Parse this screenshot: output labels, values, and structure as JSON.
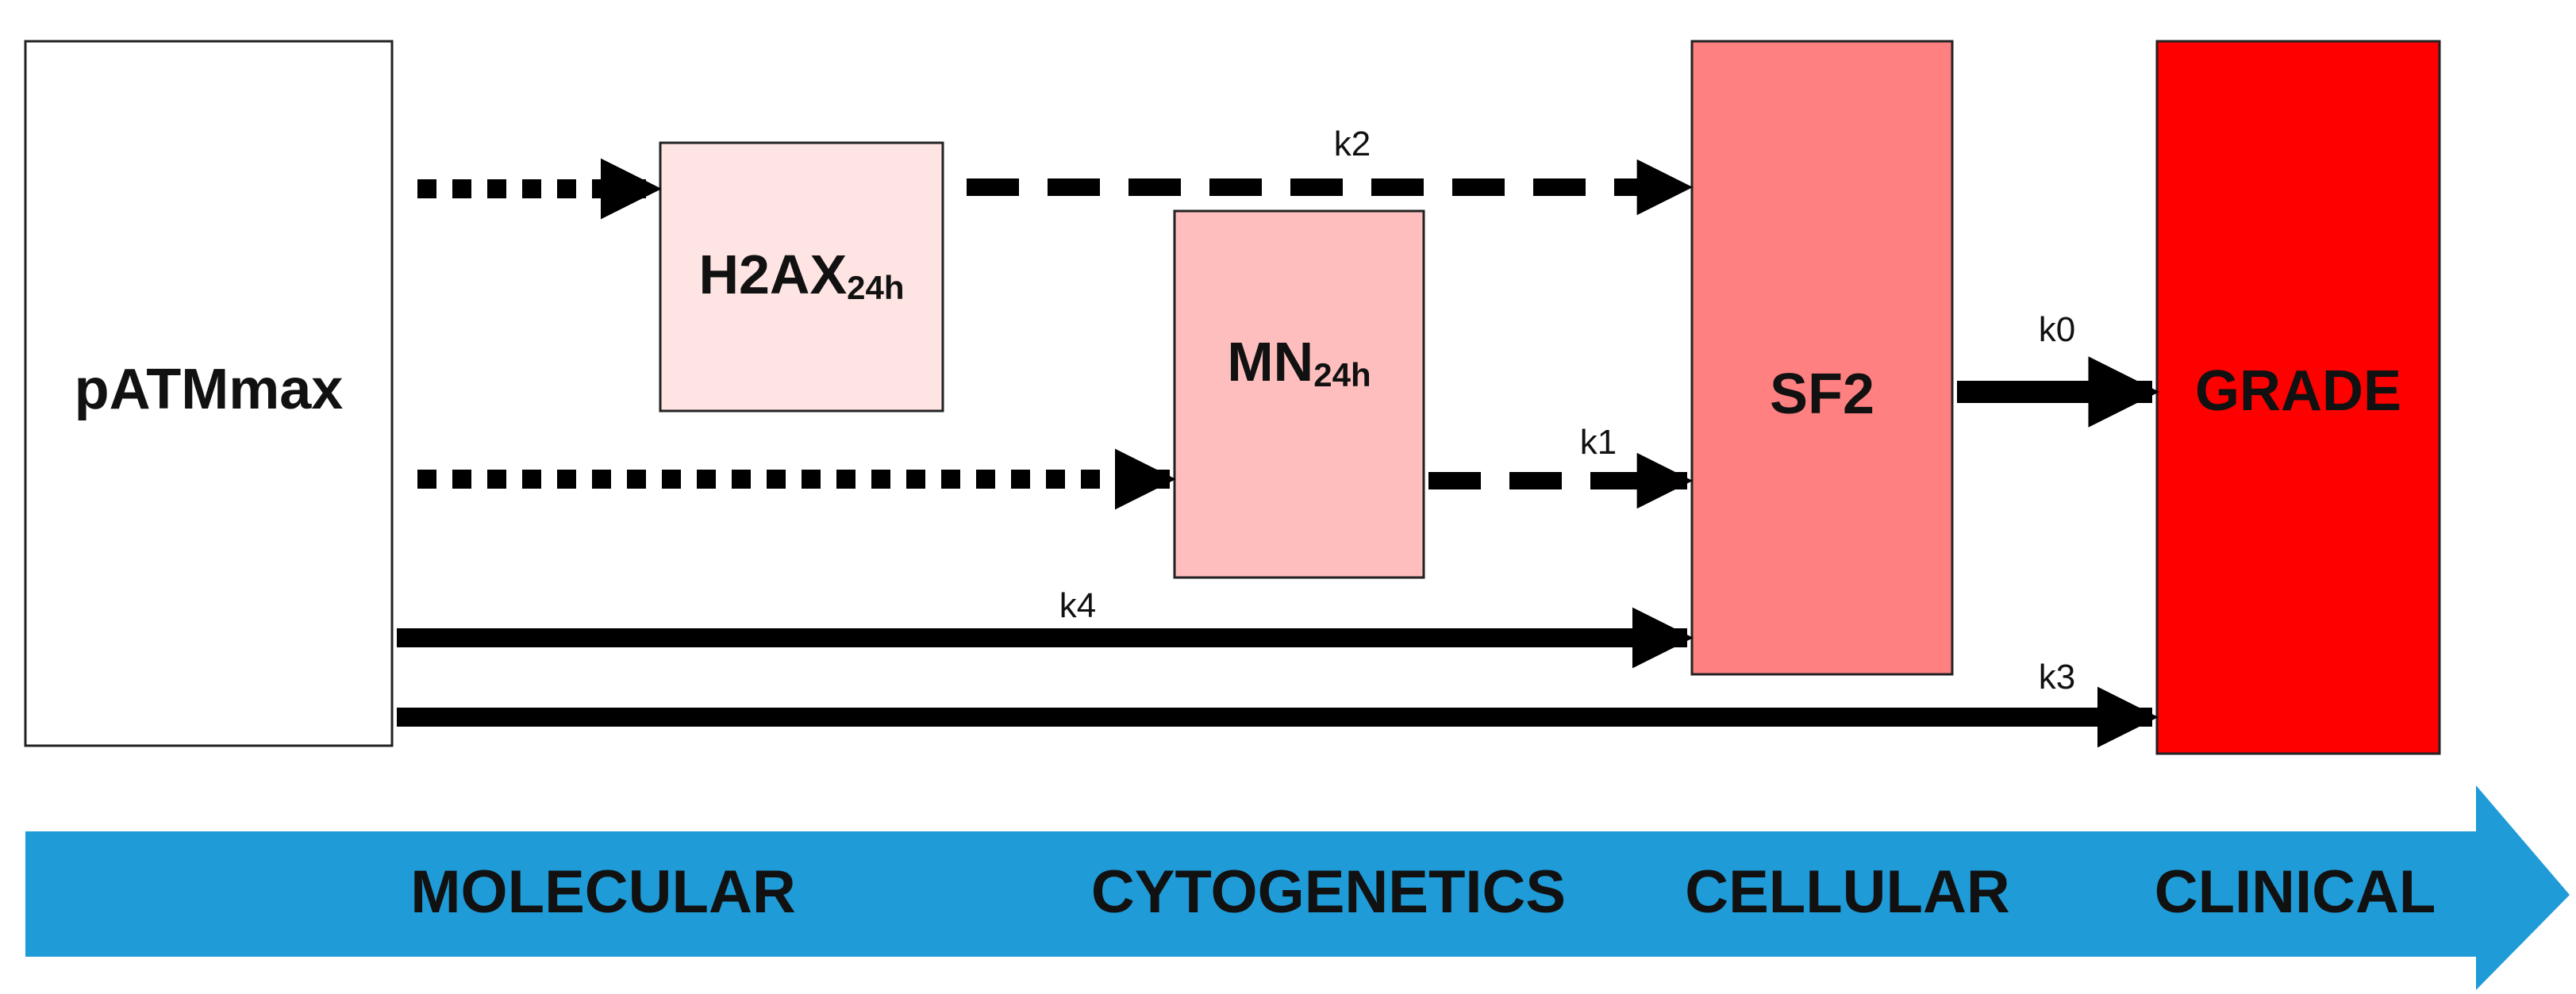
{
  "nodes": {
    "patm": {
      "label": "pATMmax",
      "fill": "#ffffff"
    },
    "h2ax": {
      "label": "H2AX",
      "sub": "24h",
      "fill": "#ffe4e4"
    },
    "mn": {
      "label": "MN",
      "sub": "24h",
      "fill": "#ffbebe"
    },
    "sf2": {
      "label": "SF2",
      "fill": "#ff8080"
    },
    "grade": {
      "label": "GRADE",
      "fill": "#ff0000"
    }
  },
  "edges": {
    "k0": "k0",
    "k1": "k1",
    "k2": "k2",
    "k3": "k3",
    "k4": "k4"
  },
  "stages": {
    "color": "#1f9bd7",
    "molecular": "MOLECULAR",
    "cytogenetics": "CYTOGENETICS",
    "cellular": "CELLULAR",
    "clinical": "CLINICAL"
  }
}
